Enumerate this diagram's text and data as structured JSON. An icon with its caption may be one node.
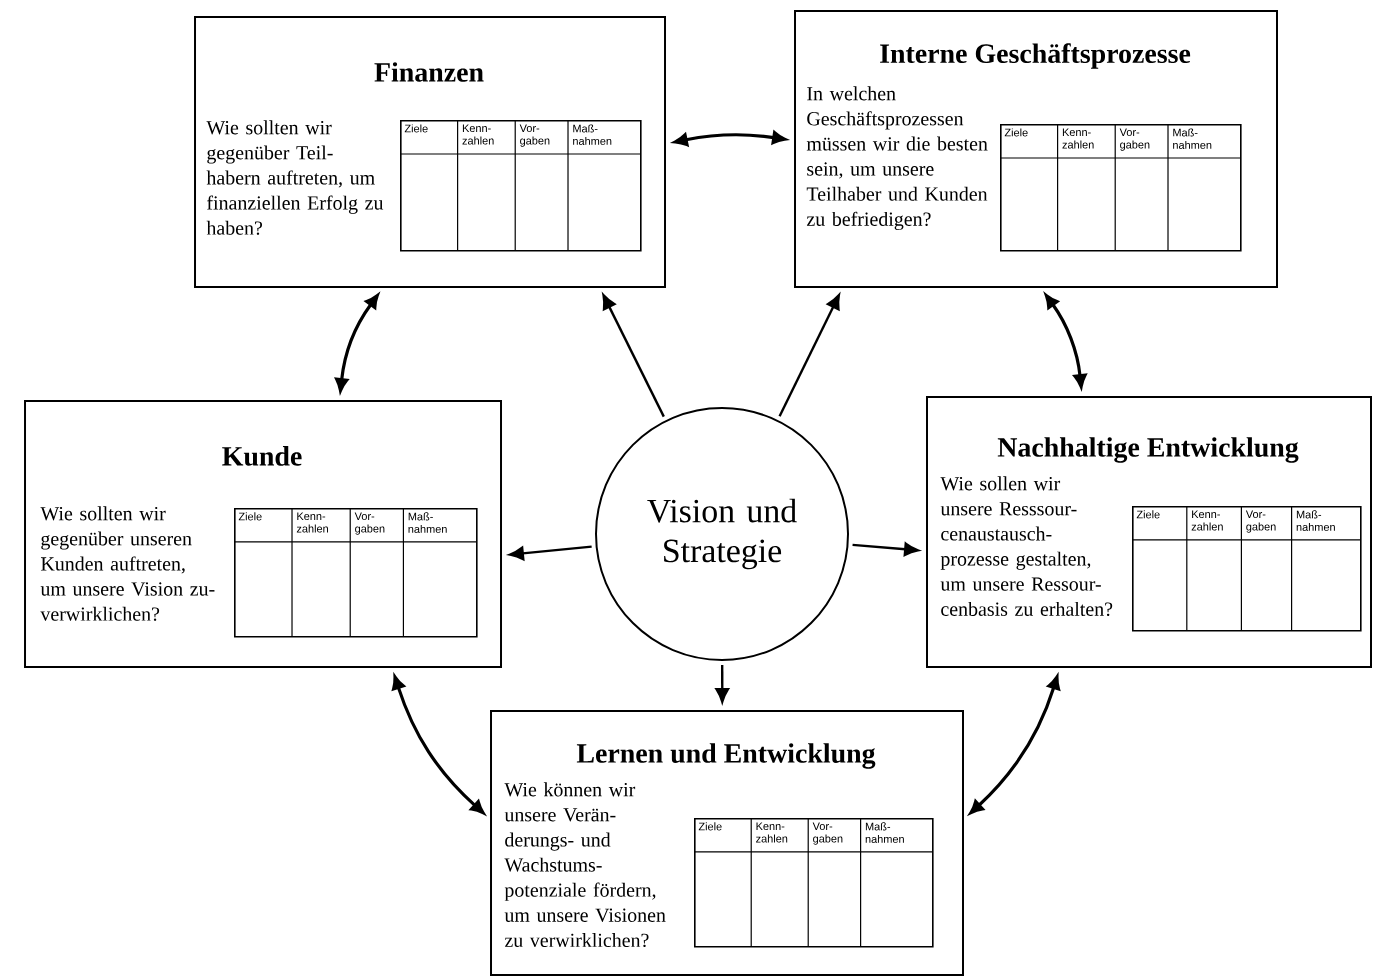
{
  "diagram": {
    "nodes": [
      {
        "text": [
          "Finanzen",
          "Wie sollten wir gegenüber Teil- habern auftreten, um finanziellen Erfolg zu haben?"
        ]
      },
      {
        "text": [
          "Ziele",
          "Kenn- zahlen",
          "Vor- gaben",
          "Maß- nahmen"
        ],
        "in": 0
      },
      {
        "text": [
          "Interne Geschäftsprozesse",
          "In welchen Geschäftsprozessen müssen wir die besten sein, um unsere Teilhaber und Kunden zu befriedigen?"
        ]
      },
      {
        "text": [
          "Ziele",
          "Kenn- zahlen",
          "Vor- gaben",
          "Maß- nahmen"
        ],
        "in": 2
      },
      {
        "text": [
          "Kunde",
          "Wie sollten wir gegenüber unseren Kunden auftreten, um unsere Vision zu-verwirklichen?"
        ]
      },
      {
        "text": [
          "Ziele",
          "Kenn- zahlen",
          "Vor- gaben",
          "Maß- nahmen"
        ],
        "in": 4
      },
      {
        "text": [
          "Vision und Strategie"
        ]
      },
      {
        "text": [
          "Nachhaltige Entwicklung",
          "Wie sollen wir unsere Resssour- cenaustausch- prozesse gestalten, um unsere Ressour- cenbasis zu erhalten?"
        ]
      },
      {
        "text": [
          "Ziele",
          "Kenn- zahlen",
          "Vor- gaben",
          "Maß- nahmen"
        ],
        "in": 7
      },
      {
        "text": [
          "Lernen und Entwicklung",
          "Wie können wir unsere Verän- derungs- und Wachstums- potenziale fördern, um unsere Visionen zu verwirklichen?"
        ]
      },
      {
        "text": [
          "Ziele",
          "Kenn- zahlen",
          "Vor- gaben",
          "Maß- nahmen"
        ],
        "in": 9
      }
    ],
    "edges": [
      {
        "from": 6,
        "to": 0,
        "arrow": "to"
      },
      {
        "from": 6,
        "to": 2,
        "arrow": "to"
      },
      {
        "from": 6,
        "to": 4,
        "arrow": "to"
      },
      {
        "from": 6,
        "to": 7,
        "arrow": "to"
      },
      {
        "from": 6,
        "to": 9,
        "arrow": "to"
      },
      {
        "from": 0,
        "to": 2,
        "arrow": "both"
      },
      {
        "from": 0,
        "to": 4,
        "arrow": "both"
      },
      {
        "from": 2,
        "to": 7,
        "arrow": "both"
      },
      {
        "from": 4,
        "to": 9,
        "arrow": "both"
      },
      {
        "from": 7,
        "to": 9,
        "arrow": "both"
      }
    ]
  }
}
